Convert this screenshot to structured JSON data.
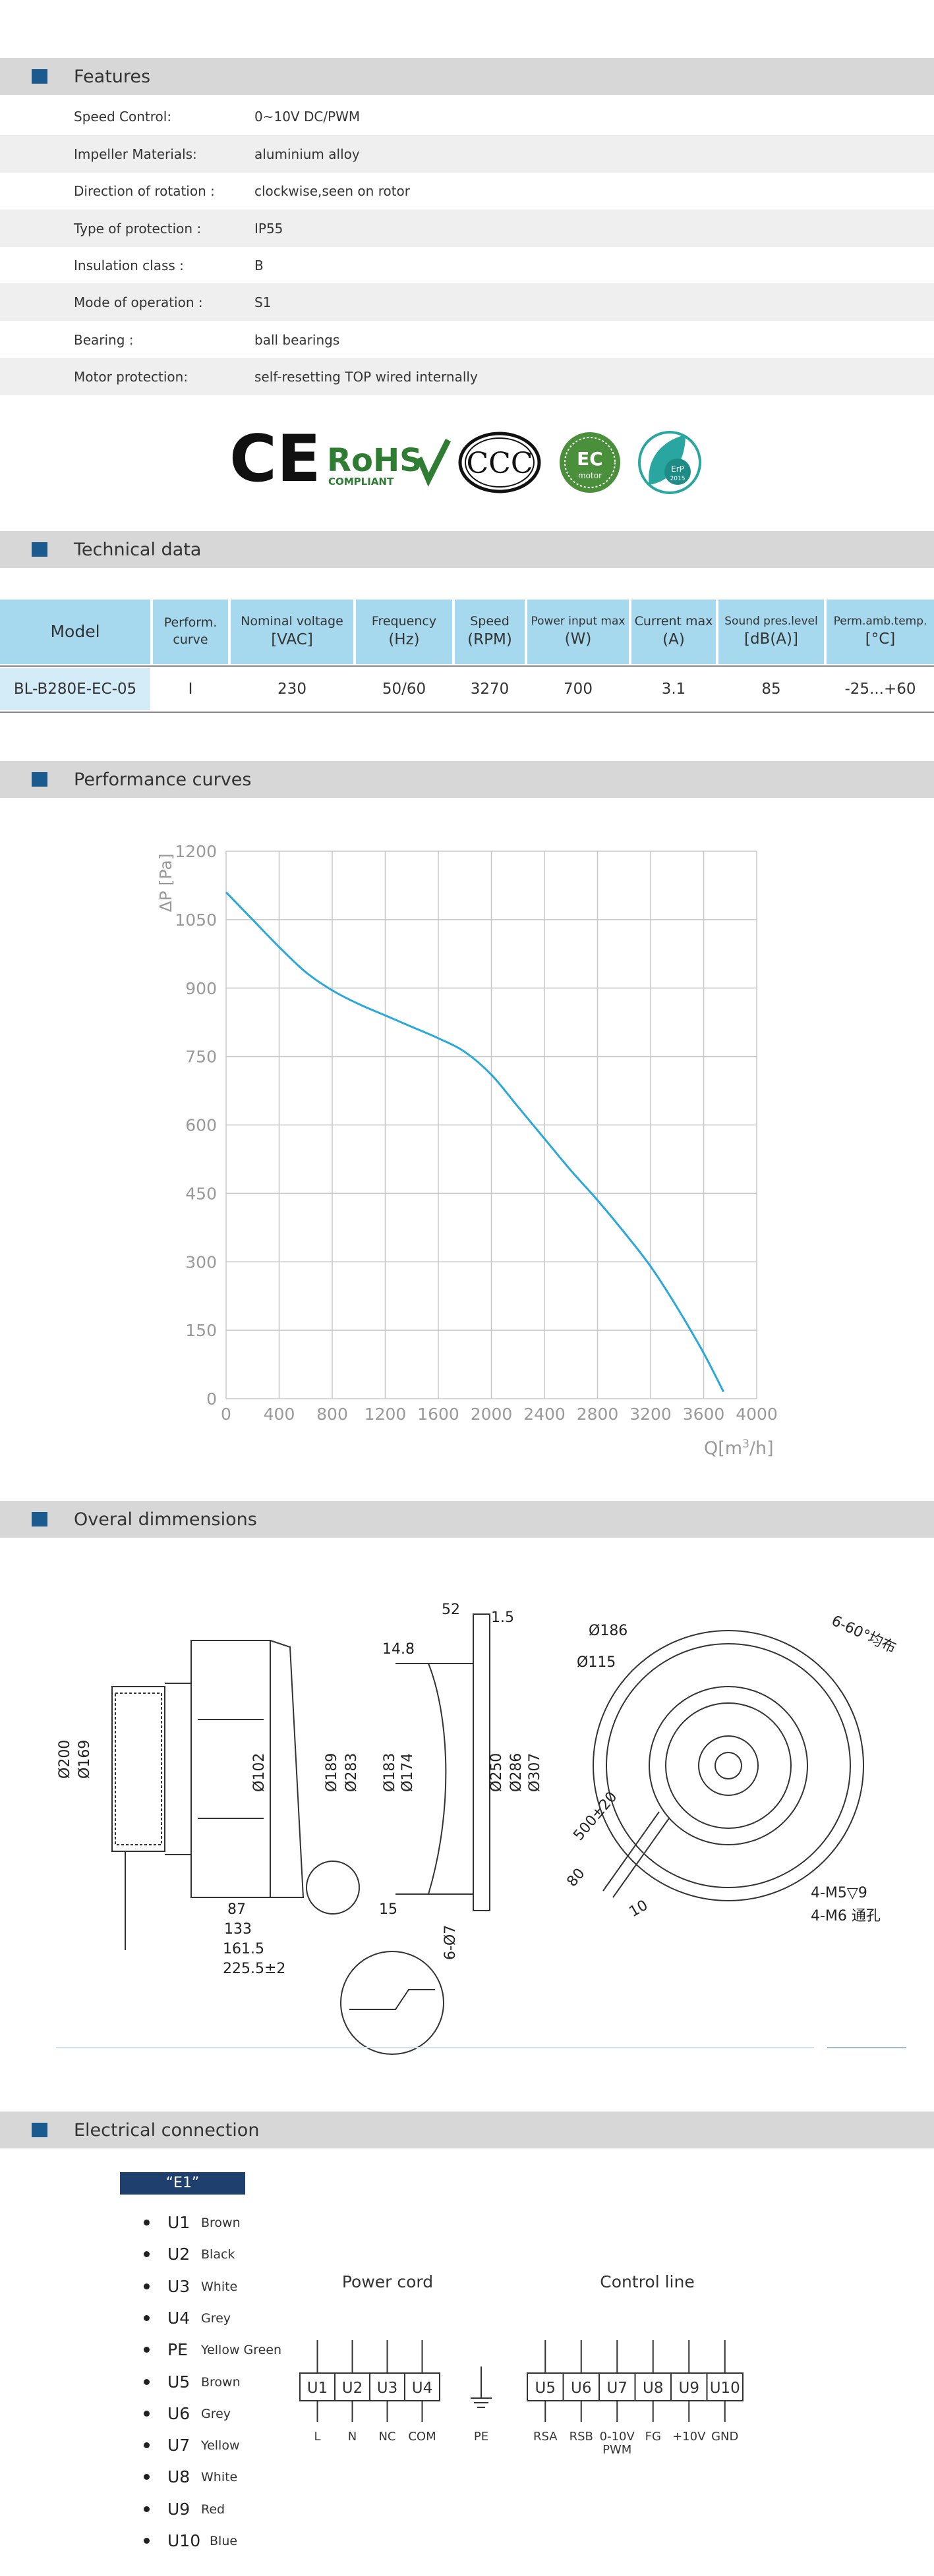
{
  "features": {
    "title": "Features",
    "rows": [
      {
        "label": "Speed Control:",
        "value": "0~10V DC/PWM"
      },
      {
        "label": "Impeller Materials:",
        "value": "aluminium alloy"
      },
      {
        "label": "Direction  of  rotation  :",
        "value": "clockwise,seen on rotor"
      },
      {
        "label": "Type of protection :",
        "value": "IP55"
      },
      {
        "label": "Insulation  class  :",
        "value": "B"
      },
      {
        "label": "Mode of operation :",
        "value": "S1"
      },
      {
        "label": "Bearing :",
        "value": "ball  bearings"
      },
      {
        "label": "Motor protection:",
        "value": "self-resetting TOP wired internally"
      }
    ]
  },
  "certifications": {
    "ce": "CE",
    "rohs": "RoHS",
    "rohs_sub": "COMPLIANT",
    "ccc": "CCC",
    "ec": "EC",
    "ec_sub": "motor",
    "erp": "ErP",
    "erp_year": "2015"
  },
  "technical": {
    "title": "Technical data",
    "headers": [
      {
        "l1": "Model",
        "l2": ""
      },
      {
        "l1": "Perform.",
        "l2": "curve"
      },
      {
        "l1": "Nominal  voltage",
        "l2": "[VAC]"
      },
      {
        "l1": "Frequency",
        "l2": "(Hz)"
      },
      {
        "l1": "Speed",
        "l2": "(RPM)"
      },
      {
        "l1": "Power input max",
        "l2": "(W)"
      },
      {
        "l1": "Current  max",
        "l2": "(A)"
      },
      {
        "l1": "Sound pres.level",
        "l2": "[dB(A)]"
      },
      {
        "l1": "Perm.amb.temp.",
        "l2": "[°C]"
      }
    ],
    "row": [
      "BL-B280E-EC-05",
      "I",
      "230",
      "50/60",
      "3270",
      "700",
      "3.1",
      "85",
      "-25...+60"
    ]
  },
  "performance": {
    "title": "Performance curves"
  },
  "chart_data": {
    "type": "line",
    "ylabel": "ΔP [Pa]",
    "xlabel_prefix": "Q[m",
    "xlabel_sup": "3",
    "xlabel_suffix": "/h]",
    "xlim": [
      0,
      4000
    ],
    "ylim": [
      0,
      1200
    ],
    "xticks": [
      "0",
      "400",
      "800",
      "1200",
      "1600",
      "2000",
      "2400",
      "2800",
      "3200",
      "3600",
      "4000"
    ],
    "yticks": [
      "0",
      "150",
      "300",
      "450",
      "600",
      "750",
      "900",
      "1050",
      "1200"
    ],
    "grid": true,
    "color": "#29a8dc",
    "series": [
      {
        "x": [
          0,
          200,
          400,
          600,
          800,
          1000,
          1200,
          1400,
          1600,
          1800,
          2000,
          2200,
          2400,
          2600,
          2800,
          3000,
          3200,
          3400,
          3600,
          3750
        ],
        "values": [
          1110,
          1050,
          990,
          935,
          895,
          865,
          840,
          815,
          790,
          760,
          710,
          640,
          570,
          500,
          435,
          365,
          290,
          200,
          100,
          15
        ]
      }
    ]
  },
  "dimensions": {
    "title": "Overal dimmensions",
    "labels": {
      "d200": "Ø200",
      "d169": "Ø169",
      "d102": "Ø102",
      "d189": "Ø189",
      "d283": "Ø283",
      "w87": "87",
      "w133": "133",
      "w161": "161.5",
      "w225": "225.5±2",
      "w15": "15",
      "w52": "52",
      "w1_5": "1.5",
      "w14_8": "14.8",
      "d183": "Ø183",
      "d174": "Ø174",
      "d250": "Ø250",
      "d286": "Ø286",
      "d307": "Ø307",
      "h6": "6-Ø7",
      "d186": "Ø186",
      "d115": "Ø115",
      "ang": "6-60°均布",
      "cable": "500±20",
      "c80": "80",
      "c10": "10",
      "m5": "4-M5▽9",
      "m6": "4-M6 通孔"
    }
  },
  "electrical": {
    "title": "Electrical  connection",
    "tag": "“E1”",
    "wires": [
      {
        "code": "U1",
        "color": "Brown"
      },
      {
        "code": "U2",
        "color": "Black"
      },
      {
        "code": "U3",
        "color": "White"
      },
      {
        "code": "U4",
        "color": "Grey"
      },
      {
        "code": "PE",
        "color": "Yellow Green"
      },
      {
        "code": "U5",
        "color": "Brown"
      },
      {
        "code": "U6",
        "color": "Grey"
      },
      {
        "code": "U7",
        "color": "Yellow"
      },
      {
        "code": "U8",
        "color": "White"
      },
      {
        "code": "U9",
        "color": "Red"
      },
      {
        "code": "U10",
        "color": "Blue"
      }
    ],
    "power_cord": {
      "title": "Power cord",
      "terminals": [
        "U1",
        "U2",
        "U3",
        "U4"
      ],
      "functions": [
        "L",
        "N",
        "NC",
        "COM"
      ],
      "pe": "PE"
    },
    "control_line": {
      "title": "Control line",
      "terminals": [
        "U5",
        "U6",
        "U7",
        "U8",
        "U9",
        "U10"
      ],
      "functions": [
        "RSA",
        "RSB",
        "0-10V",
        "FG",
        "+10V",
        "GND"
      ],
      "function_sub": "PWM"
    }
  }
}
